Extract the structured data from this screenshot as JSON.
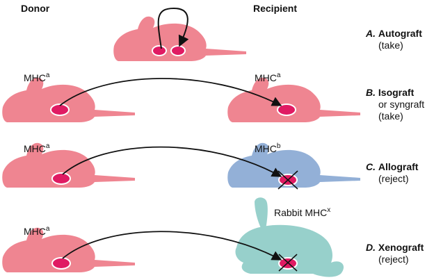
{
  "headers": {
    "donor": "Donor",
    "recipient": "Recipient"
  },
  "colors": {
    "mouse_a": "#ef8591",
    "mouse_b": "#93b0d7",
    "rabbit": "#97d0cb",
    "graft": "#e01b63",
    "arrow": "#111111"
  },
  "rows": [
    {
      "letter": "A.",
      "name": "Autograft",
      "outcome": "(take)"
    },
    {
      "letter": "B.",
      "name": "Isograft",
      "name_line2": "or syngraft",
      "outcome": "(take)",
      "donor_label": "MHC",
      "donor_sup": "a",
      "recipient_label": "MHC",
      "recipient_sup": "a"
    },
    {
      "letter": "C.",
      "name": "Allograft",
      "outcome": "(reject)",
      "donor_label": "MHC",
      "donor_sup": "a",
      "recipient_label": "MHC",
      "recipient_sup": "b"
    },
    {
      "letter": "D.",
      "name": "Xenograft",
      "outcome": "(reject)",
      "donor_label": "MHC",
      "donor_sup": "a",
      "recipient_label": "Rabbit MHC",
      "recipient_sup": "x"
    }
  ]
}
